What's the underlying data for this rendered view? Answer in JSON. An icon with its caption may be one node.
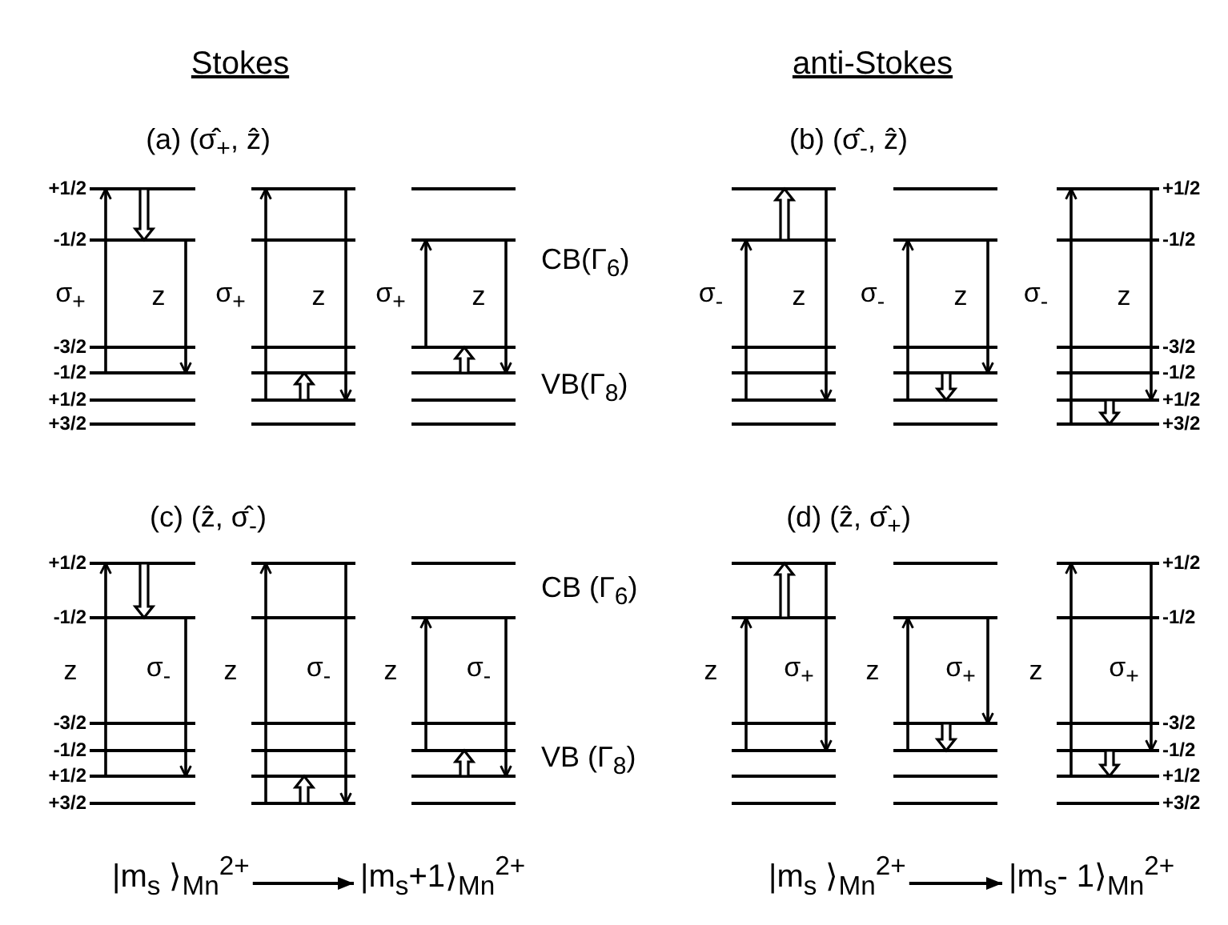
{
  "diagram": {
    "nodes": [
      {
        "text": [
          "|m$_{s}$ ⟩$_{Mn}$$^{2+}$"
        ]
      },
      {
        "text": [
          "|m$_{s}$+1⟩$_{Mn}$$^{2+}$"
        ]
      },
      {
        "text": [
          "|m$_{s}$ ⟩$_{Mn}$$^{2+}$"
        ]
      },
      {
        "text": [
          "|m$_{s}$- 1⟩$_{Mn}$$^{2+}$"
        ]
      }
    ],
    "edges": [
      {
        "from": 0,
        "to": 1,
        "arrow": "to"
      },
      {
        "from": 2,
        "to": 3,
        "arrow": "to"
      }
    ],
    "labels": [
      "Stokes",
      "anti-Stokes",
      "(a) (σ̂$_{+}$, ẑ)",
      "(b) (σ̂$_{-}$, ẑ)",
      "+1/2",
      "-1/2",
      "-3/2",
      "-1/2",
      "+1/2",
      "+3/2",
      "+1/2",
      "-1/2",
      "-3/2",
      "-1/2",
      "+1/2",
      "+3/2",
      "CB(Γ$_{6}$)",
      "VB(Γ$_{8}$)",
      "σ$_{+}$",
      "z",
      "σ$_{+}$",
      "z",
      "σ$_{+}$",
      "z",
      "σ$_{-}$",
      "z",
      "σ$_{-}$",
      "z",
      "σ$_{-}$",
      "z",
      "(c) (ẑ, σ̂$_{-}$)",
      "(d) (ẑ, σ̂$_{+}$)",
      "+1/2",
      "-1/2",
      "-3/2",
      "-1/2",
      "+1/2",
      "+3/2",
      "+1/2",
      "-1/2",
      "-3/2",
      "-1/2",
      "+1/2",
      "+3/2",
      "CB (Γ$_{6}$)",
      "VB (Γ$_{8}$)",
      "z",
      "σ$_{-}$",
      "z",
      "σ$_{-}$",
      "z",
      "σ$_{-}$",
      "z",
      "σ$_{+}$",
      "z",
      "σ$_{+}$",
      "z",
      "σ$_{+}$"
    ]
  }
}
